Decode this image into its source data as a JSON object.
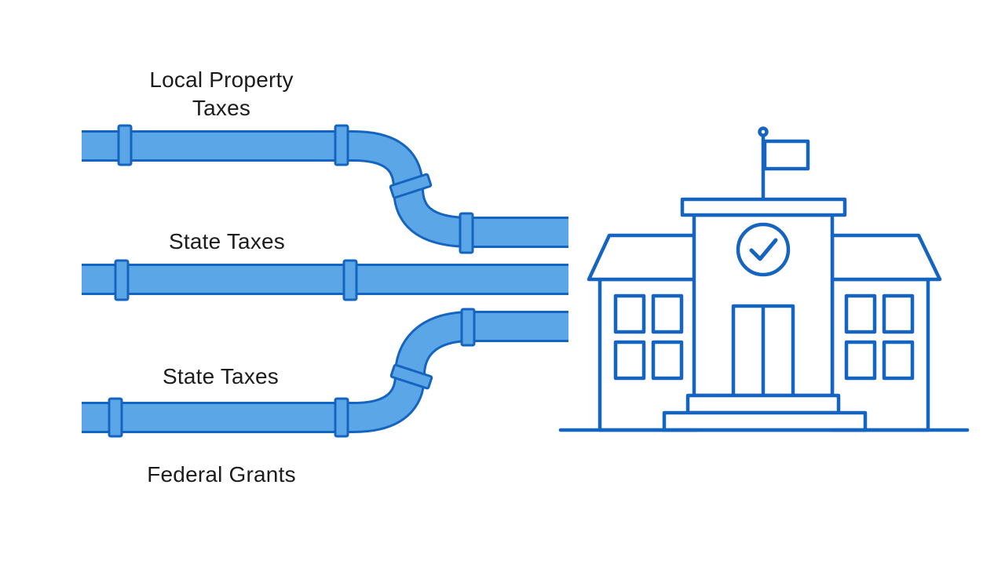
{
  "labels": {
    "local_property_taxes": "Local Property\nTaxes",
    "state_taxes_1": "State Taxes",
    "state_taxes_2": "State Taxes",
    "federal_grants": "Federal Grants"
  },
  "colors": {
    "pipe_fill": "#5aa6e6",
    "outline": "#1565c0",
    "text": "#1c1c1c",
    "background": "#ffffff"
  },
  "icons": [
    "pipe",
    "pipe-joint",
    "school-building",
    "flag",
    "checkmark-clock",
    "window",
    "door"
  ]
}
